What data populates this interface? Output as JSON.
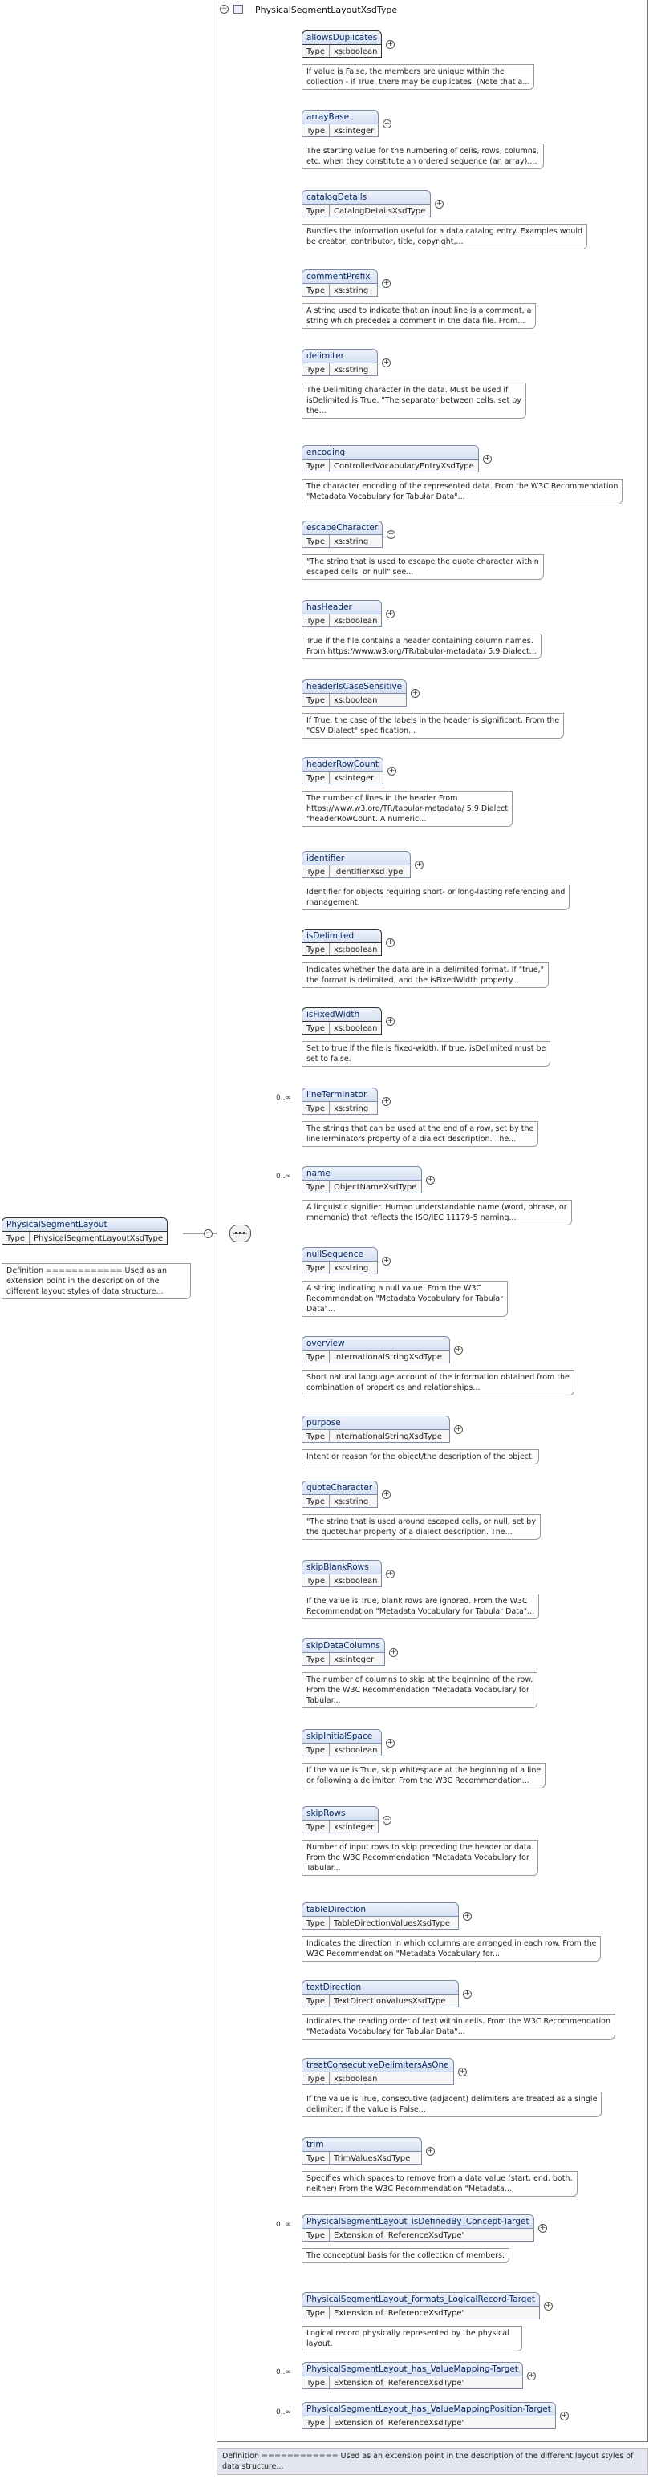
{
  "diagram": {
    "title": "PhysicalSegmentLayoutXsdType",
    "root": {
      "name": "PhysicalSegmentLayout",
      "type_label": "Type",
      "type": "PhysicalSegmentLayoutXsdType",
      "definition": "Definition ============ Used as an extension point in the description of the different layout styles of data structure..."
    },
    "bottom_definition": "Definition ============ Used as an extension point in the description of the different layout styles of data structure...",
    "elements": [
      {
        "name": "allowsDuplicates",
        "type_label": "Type",
        "type": "xs:boolean",
        "occurs": "",
        "required": true,
        "desc": [
          "If value is False, the members are unique within the",
          "collection - if True, there may be duplicates. (Note that a..."
        ]
      },
      {
        "name": "arrayBase",
        "type_label": "Type",
        "type": "xs:integer",
        "occurs": "",
        "required": false,
        "desc": [
          "The starting value for the numbering of cells, rows, columns,",
          "etc. when they constitute an ordered sequence (an array)...."
        ]
      },
      {
        "name": "catalogDetails",
        "type_label": "Type",
        "type": "CatalogDetailsXsdType",
        "occurs": "",
        "required": false,
        "desc": [
          "Bundles the information useful for a data catalog entry. Examples would",
          "be creator, contributor, title, copyright,..."
        ]
      },
      {
        "name": "commentPrefix",
        "type_label": "Type",
        "type": "xs:string",
        "occurs": "",
        "required": false,
        "desc": [
          "A string used to indicate that an input line is a comment, a",
          "string which precedes a comment in the data file. From..."
        ]
      },
      {
        "name": "delimiter",
        "type_label": "Type",
        "type": "xs:string",
        "occurs": "",
        "required": false,
        "desc": [
          "The Delimiting character in the data. Must be used if",
          "isDelimited is True. \"The separator between cells, set by",
          "the..."
        ]
      },
      {
        "name": "encoding",
        "type_label": "Type",
        "type": "ControlledVocabularyEntryXsdType",
        "occurs": "",
        "required": false,
        "desc": [
          "The character encoding of the represented data. From the W3C Recommendation",
          "\"Metadata Vocabulary for Tabular Data\"..."
        ]
      },
      {
        "name": "escapeCharacter",
        "type_label": "Type",
        "type": "xs:string",
        "occurs": "",
        "required": false,
        "desc": [
          "\"The string that is used to escape the quote character within",
          "escaped cells, or null\" see..."
        ]
      },
      {
        "name": "hasHeader",
        "type_label": "Type",
        "type": "xs:boolean",
        "occurs": "",
        "required": false,
        "desc": [
          "True if the file contains a header containing column names.",
          "From https://www.w3.org/TR/tabular-metadata/ 5.9 Dialect..."
        ]
      },
      {
        "name": "headerIsCaseSensitive",
        "type_label": "Type",
        "type": "xs:boolean",
        "occurs": "",
        "required": false,
        "desc": [
          "If True, the case of the labels in the header is significant. From the",
          "\"CSV Dialect\" specification..."
        ]
      },
      {
        "name": "headerRowCount",
        "type_label": "Type",
        "type": "xs:integer",
        "occurs": "",
        "required": false,
        "desc": [
          "The number of lines in the header From",
          "https://www.w3.org/TR/tabular-metadata/ 5.9 Dialect",
          "\"headerRowCount. A numeric..."
        ]
      },
      {
        "name": "identifier",
        "type_label": "Type",
        "type": "IdentifierXsdType",
        "occurs": "",
        "required": false,
        "desc": [
          "Identifier for objects requiring short- or long-lasting referencing and",
          "management."
        ]
      },
      {
        "name": "isDelimited",
        "type_label": "Type",
        "type": "xs:boolean",
        "occurs": "",
        "required": true,
        "desc": [
          "Indicates whether the data are in a delimited format. If \"true,\"",
          "the format is delimited, and the isFixedWidth property..."
        ]
      },
      {
        "name": "isFixedWidth",
        "type_label": "Type",
        "type": "xs:boolean",
        "occurs": "",
        "required": true,
        "desc": [
          "Set to true if the file is fixed-width. If true, isDelimited must be",
          "set to false."
        ]
      },
      {
        "name": "lineTerminator",
        "type_label": "Type",
        "type": "xs:string",
        "occurs": "0..∞",
        "required": false,
        "desc": [
          "The strings that can be used at the end of a row, set by the",
          "lineTerminators property of a dialect description. The..."
        ]
      },
      {
        "name": "name",
        "type_label": "Type",
        "type": "ObjectNameXsdType",
        "occurs": "0..∞",
        "required": false,
        "desc": [
          "A linguistic signifier. Human understandable name (word, phrase, or",
          "mnemonic) that reflects the ISO/IEC 11179-5 naming..."
        ]
      },
      {
        "name": "nullSequence",
        "type_label": "Type",
        "type": "xs:string",
        "occurs": "",
        "required": false,
        "desc": [
          "A string indicating a null value. From the W3C",
          "Recommendation \"Metadata Vocabulary for Tabular",
          "Data\"..."
        ]
      },
      {
        "name": "overview",
        "type_label": "Type",
        "type": "InternationalStringXsdType",
        "occurs": "",
        "required": false,
        "desc": [
          "Short natural language account of the information obtained from the",
          "combination of properties and relationships..."
        ]
      },
      {
        "name": "purpose",
        "type_label": "Type",
        "type": "InternationalStringXsdType",
        "occurs": "",
        "required": false,
        "desc": [
          "Intent or reason for the object/the description of the object."
        ]
      },
      {
        "name": "quoteCharacter",
        "type_label": "Type",
        "type": "xs:string",
        "occurs": "",
        "required": false,
        "desc": [
          "\"The string that is used around escaped cells, or null, set by",
          "the quoteChar property of a dialect description. The..."
        ]
      },
      {
        "name": "skipBlankRows",
        "type_label": "Type",
        "type": "xs:boolean",
        "occurs": "",
        "required": false,
        "desc": [
          "If the value is True, blank rows are ignored. From the W3C",
          "Recommendation \"Metadata Vocabulary for Tabular Data\"..."
        ]
      },
      {
        "name": "skipDataColumns",
        "type_label": "Type",
        "type": "xs:integer",
        "occurs": "",
        "required": false,
        "desc": [
          "The number of columns to skip at the beginning of the row.",
          "From the W3C Recommendation \"Metadata Vocabulary for",
          "Tabular..."
        ]
      },
      {
        "name": "skipInitialSpace",
        "type_label": "Type",
        "type": "xs:boolean",
        "occurs": "",
        "required": false,
        "desc": [
          "If the value is True, skip whitespace at the beginning of a line",
          "or following a delimiter. From the W3C Recommendation..."
        ]
      },
      {
        "name": "skipRows",
        "type_label": "Type",
        "type": "xs:integer",
        "occurs": "",
        "required": false,
        "desc": [
          "Number of input rows to skip preceding the header or data.",
          "From the W3C Recommendation \"Metadata Vocabulary for",
          "Tabular..."
        ]
      },
      {
        "name": "tableDirection",
        "type_label": "Type",
        "type": "TableDirectionValuesXsdType",
        "occurs": "",
        "required": false,
        "desc": [
          "Indicates the direction in which columns are arranged in each row. From the",
          "W3C Recommendation \"Metadata Vocabulary for..."
        ]
      },
      {
        "name": "textDirection",
        "type_label": "Type",
        "type": "TextDirectionValuesXsdType",
        "occurs": "",
        "required": false,
        "desc": [
          "Indicates the reading order of text within cells. From the W3C Recommendation",
          "\"Metadata Vocabulary for Tabular Data\"..."
        ]
      },
      {
        "name": "treatConsecutiveDelimitersAsOne",
        "type_label": "Type",
        "type": "xs:boolean",
        "occurs": "",
        "required": false,
        "desc": [
          "If the value is True, consecutive (adjacent) delimiters are treated as a single",
          "delimiter; if the value is False..."
        ]
      },
      {
        "name": "trim",
        "type_label": "Type",
        "type": "TrimValuesXsdType",
        "occurs": "",
        "required": false,
        "desc": [
          "Specifies which spaces to remove from a data value (start, end, both,",
          "neither) From the W3C Recommendation \"Metadata..."
        ]
      },
      {
        "name": "PhysicalSegmentLayout_isDefinedBy_Concept-Target",
        "type_label": "Type",
        "type": "Extension of 'ReferenceXsdType'",
        "occurs": "0..∞",
        "required": false,
        "desc": [
          "The conceptual basis for the collection of members."
        ]
      },
      {
        "name": "PhysicalSegmentLayout_formats_LogicalRecord-Target",
        "type_label": "Type",
        "type": "Extension of 'ReferenceXsdType'",
        "occurs": "",
        "required": false,
        "desc": [
          "Logical record physically represented by the physical layout."
        ]
      },
      {
        "name": "PhysicalSegmentLayout_has_ValueMapping-Target",
        "type_label": "Type",
        "type": "Extension of 'ReferenceXsdType'",
        "occurs": "0..∞",
        "required": false,
        "desc": []
      },
      {
        "name": "PhysicalSegmentLayout_has_ValueMappingPosition-Target",
        "type_label": "Type",
        "type": "Extension of 'ReferenceXsdType'",
        "occurs": "0..∞",
        "required": false,
        "desc": []
      }
    ]
  }
}
